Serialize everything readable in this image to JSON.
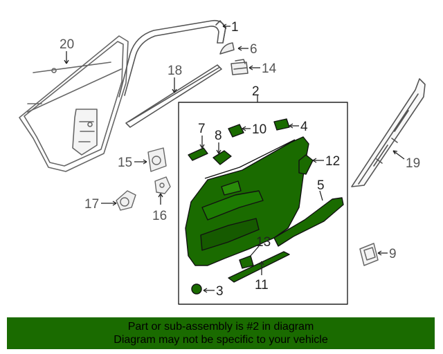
{
  "diagram": {
    "highlight_color": "#1a6b00",
    "highlighted_part": "2",
    "callouts": {
      "c1": "1",
      "c2": "2",
      "c3": "3",
      "c4": "4",
      "c5": "5",
      "c6": "6",
      "c7": "7",
      "c8": "8",
      "c9": "9",
      "c10": "10",
      "c11": "11",
      "c12": "12",
      "c13": "13",
      "c14": "14",
      "c15": "15",
      "c16": "16",
      "c17": "17",
      "c18": "18",
      "c19": "19",
      "c20": "20"
    }
  },
  "banner": {
    "line1": "Part or sub-assembly is #2 in diagram",
    "line2": "Diagram may not be specific to your vehicle",
    "background": "#1a6b00"
  }
}
